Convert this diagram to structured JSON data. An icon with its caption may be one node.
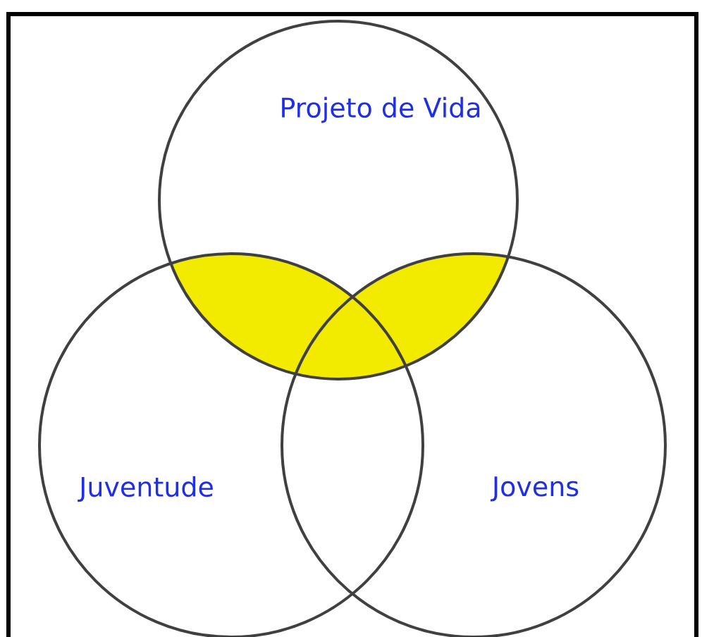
{
  "diagram": {
    "nodes": [
      {
        "text": [
          "Projeto de Vida"
        ]
      },
      {
        "text": [
          "Juventude"
        ]
      },
      {
        "text": [
          "Jovens"
        ]
      }
    ]
  }
}
